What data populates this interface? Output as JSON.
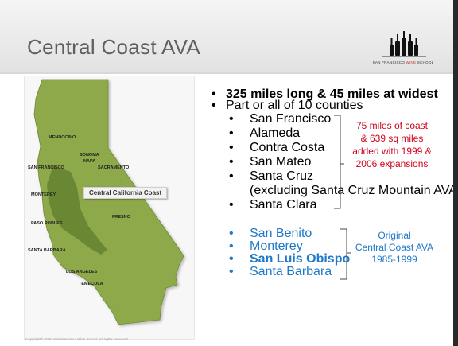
{
  "slide": {
    "title": "Central Coast AVA",
    "logo_text_left": "SAN FRANCISCO ",
    "logo_text_red": "WINE",
    "logo_text_right": " SCHOOL",
    "copyright": "Copyright© 2020 San Francisco Wine School. All rights reserved"
  },
  "map": {
    "region_label": "Central California Coast",
    "places": [
      "MENDOCINO",
      "SONOMA",
      "NAPA",
      "SAN FRANCISCO",
      "SACRAMENTO",
      "MONTEREY",
      "FRESNO",
      "PASO ROBLES",
      "SANTA BARBARA",
      "LOS ANGELES",
      "TEMECULA"
    ],
    "colors": {
      "state": "#8ea94a",
      "coast": "#5e7c2c",
      "label_bg": "#f2f2f2"
    }
  },
  "bullets": {
    "top": [
      {
        "text": "325 miles long & 45 miles at widest"
      },
      {
        "text": "Part or all of 10 counties"
      }
    ],
    "counties_new": [
      "San Francisco",
      "Alameda",
      "Contra Costa",
      "San Mateo",
      "Santa Cruz",
      "(excluding Santa Cruz Mountain AVA)",
      "Santa Clara"
    ],
    "counties_original": [
      "San Benito",
      "Monterey",
      "San Luis Obispo",
      "Santa Barbara"
    ]
  },
  "notes": {
    "expansion": [
      "75 miles of coast",
      "& 639 sq miles",
      "added with 1999 &",
      "2006 expansions"
    ],
    "original": [
      "Original",
      "Central Coast AVA",
      "1985-1999"
    ]
  },
  "colors": {
    "red": "#d0021b",
    "blue": "#1f78c8",
    "title_gray": "#5f5f5f"
  }
}
